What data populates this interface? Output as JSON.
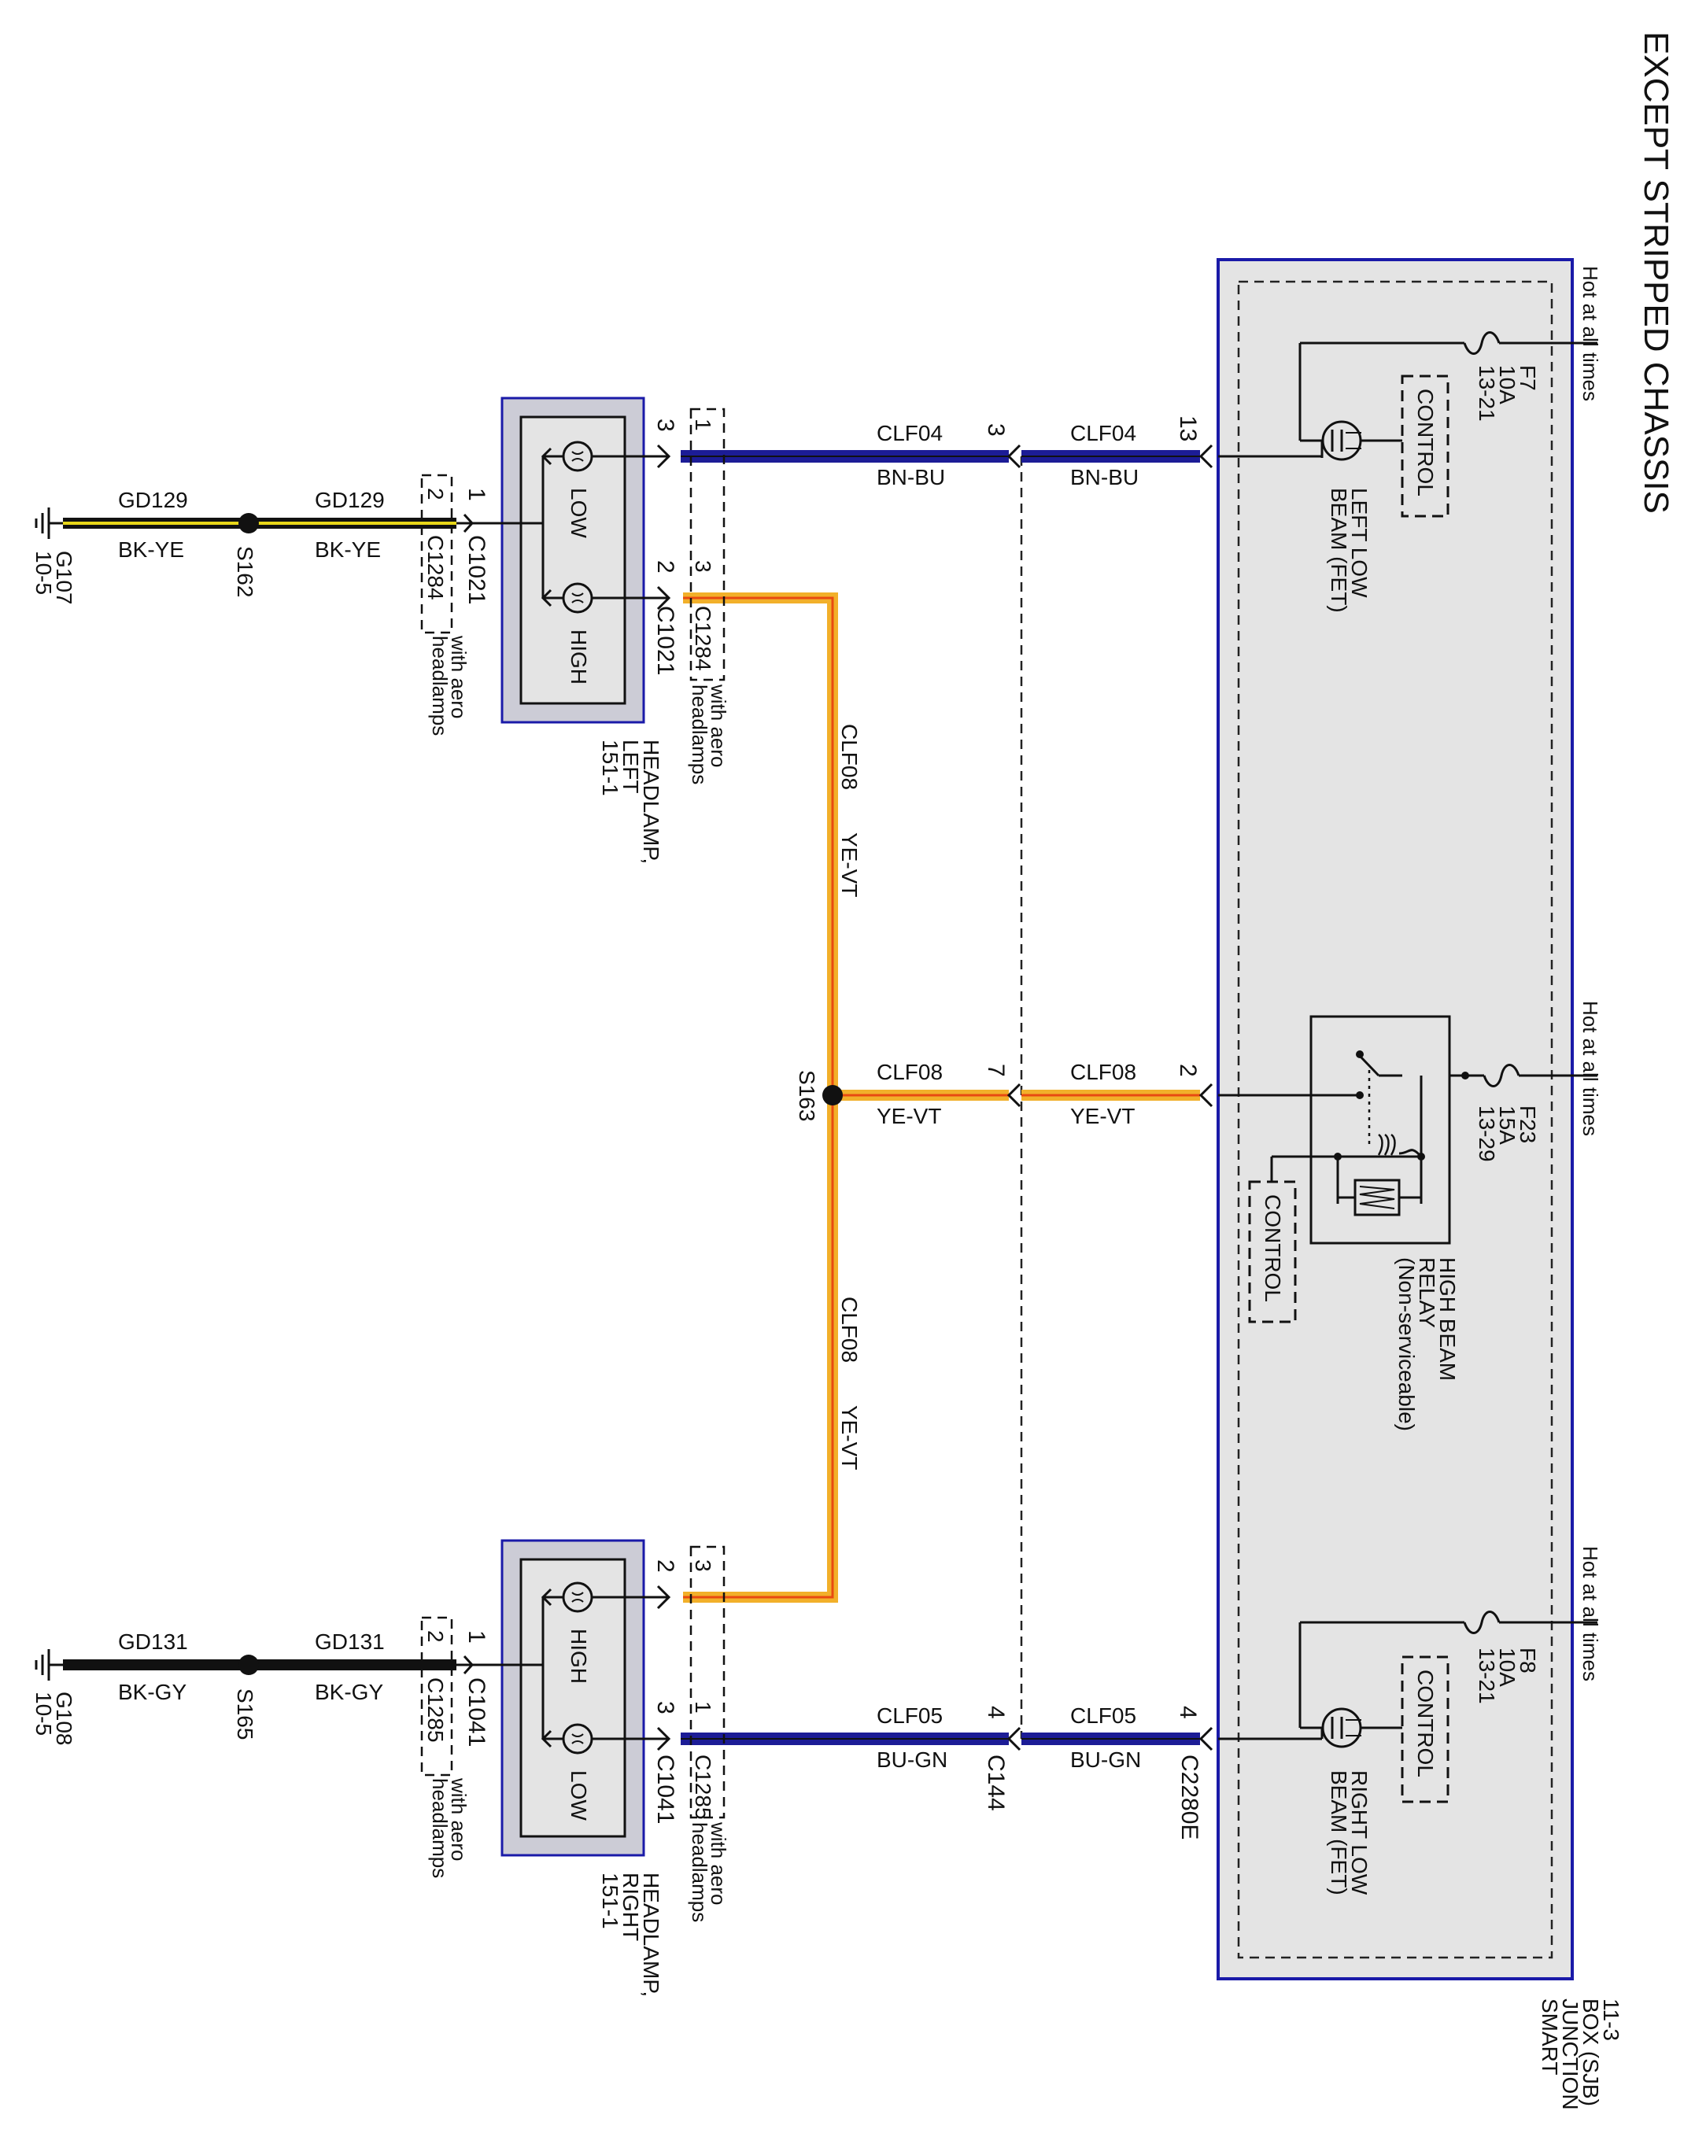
{
  "title": "EXCEPT STRIPPED CHASSIS",
  "hot_label": "Hot at all times",
  "colors": {
    "sjb_border": "#1a1aa8",
    "sjb_fill": "#e4e4e4",
    "headlamp_fill": "#ccccd6",
    "bn_bu_wire": "#1c1c96",
    "bu_gn_wire": "#1c1c96",
    "ye_vt_wire": "#f2b02a",
    "ye_vt_stripe": "#e84a12",
    "bk_ye_wire": "#111111",
    "bk_ye_stripe": "#e8d71a",
    "bk_gy_wire": "#111111"
  },
  "sjb": {
    "name": "SMART JUNCTION BOX (SJB)",
    "ref": "11-3",
    "fuse_f7": {
      "name": "F7",
      "rating": "10A",
      "ref": "13-21"
    },
    "fuse_f23": {
      "name": "F23",
      "rating": "15A",
      "ref": "13-29"
    },
    "fuse_f8": {
      "name": "F8",
      "rating": "10A",
      "ref": "13-21"
    },
    "control": "CONTROL",
    "left_low_beam": {
      "line1": "LEFT LOW",
      "line2": "BEAM (FET)"
    },
    "right_low_beam": {
      "line1": "RIGHT LOW",
      "line2": "BEAM (FET)"
    },
    "relay": {
      "line1": "HIGH BEAM",
      "line2": "RELAY",
      "line3": "(Non-serviceable)"
    },
    "pin_top": "13",
    "pin_mid": "2",
    "pin_bottom": "4",
    "connector": "C2280E"
  },
  "c144": {
    "name": "C144",
    "pin_top": "3",
    "pin_mid": "7",
    "pin_bottom": "4"
  },
  "wires": {
    "clf04": {
      "circuit": "CLF04",
      "color": "BN-BU"
    },
    "clf08": {
      "circuit": "CLF08",
      "color": "YE-VT"
    },
    "clf05": {
      "circuit": "CLF05",
      "color": "BU-GN"
    },
    "gd129": {
      "circuit": "GD129",
      "color": "BK-YE"
    },
    "gd131": {
      "circuit": "GD131",
      "color": "BK-GY"
    }
  },
  "splices": {
    "s163": "S163",
    "s162": "S162",
    "s165": "S165"
  },
  "headlamp_left": {
    "line1": "HEADLAMP,",
    "line2": "LEFT",
    "ref": "151-1",
    "low": "LOW",
    "high": "HIGH",
    "c1021": "C1021",
    "pin_low": "3",
    "pin_high": "2",
    "pin_ground": "1",
    "c1284": "C1284",
    "c1284_pin_low": "1",
    "c1284_pin_high": "3",
    "c1284_pin_ground": "2",
    "aero_line1": "with aero",
    "aero_line2": "headlamps"
  },
  "headlamp_right": {
    "line1": "HEADLAMP,",
    "line2": "RIGHT",
    "ref": "151-1",
    "low": "LOW",
    "high": "HIGH",
    "c1041": "C1041",
    "pin_low": "3",
    "pin_high": "2",
    "pin_ground": "1",
    "c1285": "C1285",
    "c1285_pin_low": "1",
    "c1285_pin_high": "3",
    "c1285_pin_ground": "2",
    "aero_line1": "with aero",
    "aero_line2": "headlamps"
  },
  "grounds": {
    "g107": {
      "name": "G107",
      "ref": "10-5"
    },
    "g108": {
      "name": "G108",
      "ref": "10-5"
    }
  }
}
